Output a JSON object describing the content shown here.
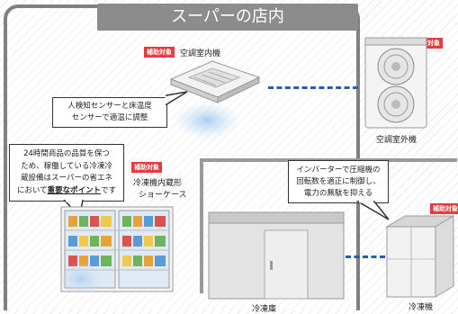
{
  "title": "スーパーの店内",
  "badge_text": "補助対象",
  "units": {
    "indoor_ac": "空調室内機",
    "outdoor_ac": "空調室外機",
    "showcase_line1": "冷凍機内蔵形",
    "showcase_line2": "ショーケース",
    "freezer_room": "冷凍庫",
    "refrigerator": "冷凍機"
  },
  "callouts": {
    "sensor": [
      "人検知センサーと床温度",
      "センサーで適温に調整"
    ],
    "quality_lines": [
      "24時間商品の品質を保つ",
      "ため、稼働している冷凍冷",
      "蔵設備はスーパーの省エネ"
    ],
    "quality_last_prefix": "において",
    "quality_emphasis": "重要なポイント",
    "quality_last_suffix": "です",
    "inverter": [
      "インバーターで圧縮機の",
      "回転数を適正に制御し、",
      "電力の無駄を抑える"
    ]
  },
  "colors": {
    "badge": "#e9393f",
    "frame": "#808080",
    "connector": "#2360a8",
    "title_bar": "#8c8c8c"
  }
}
